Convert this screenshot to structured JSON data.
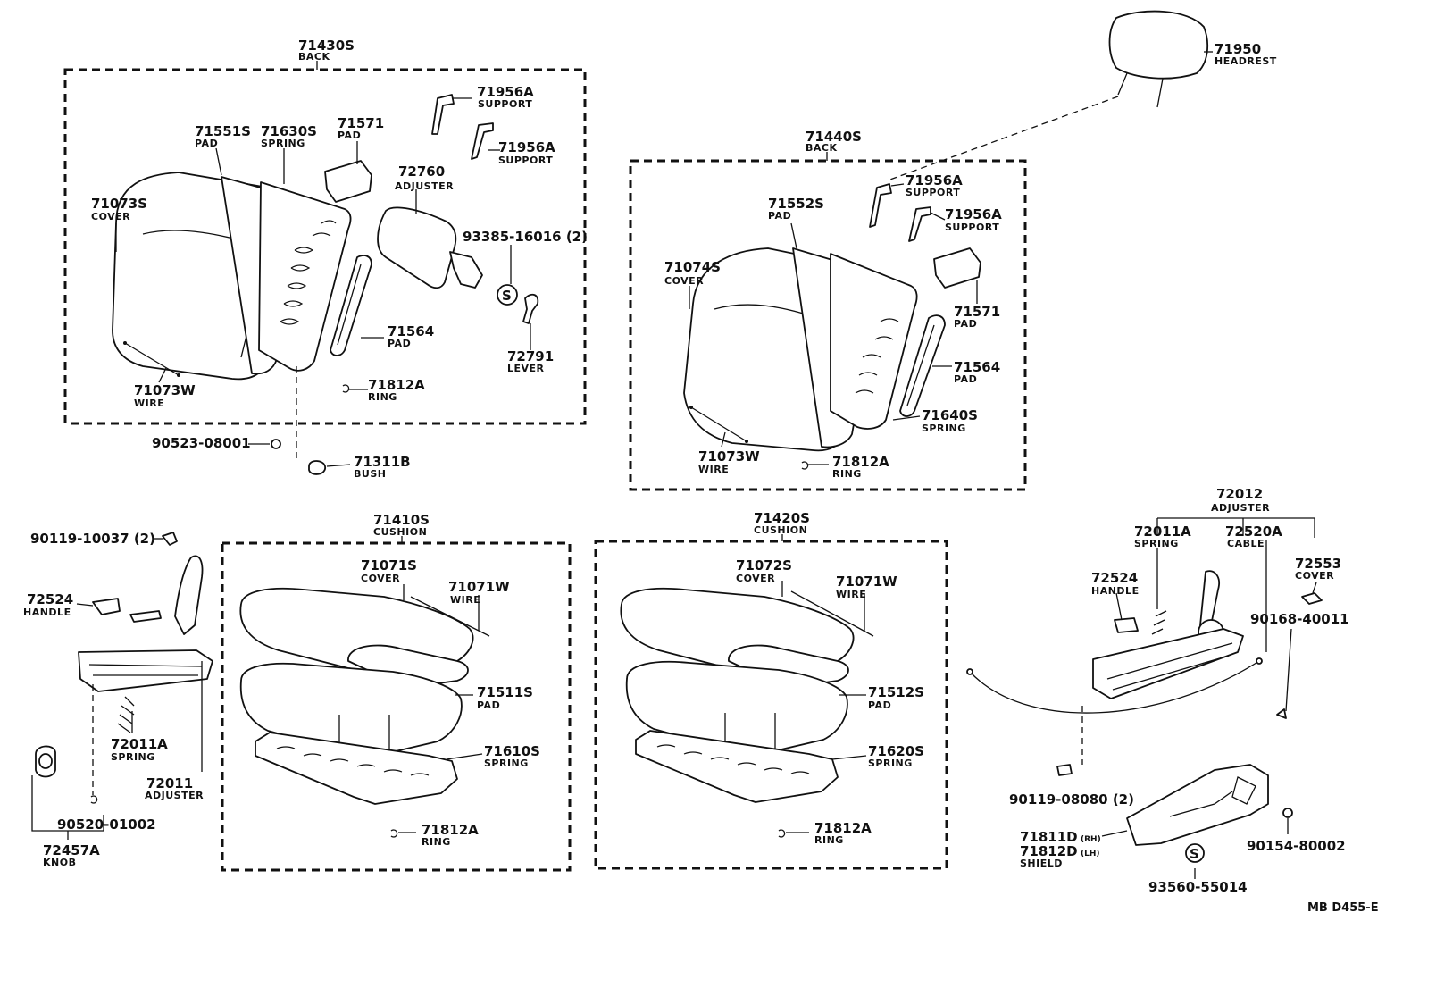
{
  "diagram_code": "MB D455-E",
  "groups": {
    "back_left": {
      "number": "71430S",
      "name": "BACK"
    },
    "back_right": {
      "number": "71440S",
      "name": "BACK"
    },
    "cushion_left": {
      "number": "71410S",
      "name": "CUSHION"
    },
    "cushion_right": {
      "number": "71420S",
      "name": "CUSHION"
    },
    "adjuster_right": {
      "number": "72012",
      "name": "ADJUSTER"
    }
  },
  "callouts": [
    {
      "id": "bl_support1",
      "number": "71956A",
      "name": "SUPPORT"
    },
    {
      "id": "bl_support2",
      "number": "71956A",
      "name": "SUPPORT"
    },
    {
      "id": "bl_pad_71551",
      "number": "71551S",
      "name": "PAD"
    },
    {
      "id": "bl_spring_71630",
      "number": "71630S",
      "name": "SPRING"
    },
    {
      "id": "bl_pad_71571",
      "number": "71571",
      "name": "PAD"
    },
    {
      "id": "bl_adjuster_72760",
      "number": "72760",
      "name": "ADJUSTER"
    },
    {
      "id": "bl_cover_71073",
      "number": "71073S",
      "name": "COVER"
    },
    {
      "id": "bl_screw_93385",
      "number": "93385-16016 (2)",
      "name": ""
    },
    {
      "id": "bl_pad_71564",
      "number": "71564",
      "name": "PAD"
    },
    {
      "id": "bl_lever_72791",
      "number": "72791",
      "name": "LEVER"
    },
    {
      "id": "bl_wire_71073",
      "number": "71073W",
      "name": "WIRE"
    },
    {
      "id": "bl_ring_71812",
      "number": "71812A",
      "name": "RING"
    },
    {
      "id": "bl_washer_90523",
      "number": "90523-08001",
      "name": ""
    },
    {
      "id": "bl_bush_71311",
      "number": "71311B",
      "name": "BUSH"
    },
    {
      "id": "headrest_71950",
      "number": "71950",
      "name": "HEADREST"
    },
    {
      "id": "br_support1",
      "number": "71956A",
      "name": "SUPPORT"
    },
    {
      "id": "br_support2",
      "number": "71956A",
      "name": "SUPPORT"
    },
    {
      "id": "br_pad_71552",
      "number": "71552S",
      "name": "PAD"
    },
    {
      "id": "br_cover_71074",
      "number": "71074S",
      "name": "COVER"
    },
    {
      "id": "br_pad_71571",
      "number": "71571",
      "name": "PAD"
    },
    {
      "id": "br_pad_71564",
      "number": "71564",
      "name": "PAD"
    },
    {
      "id": "br_spring_71640",
      "number": "71640S",
      "name": "SPRING"
    },
    {
      "id": "br_wire_71073",
      "number": "71073W",
      "name": "WIRE"
    },
    {
      "id": "br_ring_71812",
      "number": "71812A",
      "name": "RING"
    },
    {
      "id": "ll_bolt_90119",
      "number": "90119-10037 (2)",
      "name": ""
    },
    {
      "id": "ll_handle_72524",
      "number": "72524",
      "name": "HANDLE"
    },
    {
      "id": "ll_spring_72011",
      "number": "72011A",
      "name": "SPRING"
    },
    {
      "id": "ll_adjuster_72011",
      "number": "72011",
      "name": "ADJUSTER"
    },
    {
      "id": "ll_clip_90520",
      "number": "90520-01002",
      "name": ""
    },
    {
      "id": "ll_knob_72457",
      "number": "72457A",
      "name": "KNOB"
    },
    {
      "id": "cl_cover_71071",
      "number": "71071S",
      "name": "COVER"
    },
    {
      "id": "cl_wire_71071",
      "number": "71071W",
      "name": "WIRE"
    },
    {
      "id": "cl_pad_71511",
      "number": "71511S",
      "name": "PAD"
    },
    {
      "id": "cl_spring_71610",
      "number": "71610S",
      "name": "SPRING"
    },
    {
      "id": "cl_ring_71812",
      "number": "71812A",
      "name": "RING"
    },
    {
      "id": "cr_cover_71072",
      "number": "71072S",
      "name": "COVER"
    },
    {
      "id": "cr_wire_71071",
      "number": "71071W",
      "name": "WIRE"
    },
    {
      "id": "cr_pad_71512",
      "number": "71512S",
      "name": "PAD"
    },
    {
      "id": "cr_spring_71620",
      "number": "71620S",
      "name": "SPRING"
    },
    {
      "id": "cr_ring_71812",
      "number": "71812A",
      "name": "RING"
    },
    {
      "id": "rr_spring_72011",
      "number": "72011A",
      "name": "SPRING"
    },
    {
      "id": "rr_cable_72520",
      "number": "72520A",
      "name": "CABLE"
    },
    {
      "id": "rr_handle_72524",
      "number": "72524",
      "name": "HANDLE"
    },
    {
      "id": "rr_cover_72553",
      "number": "72553",
      "name": "COVER"
    },
    {
      "id": "rr_bolt_90168",
      "number": "90168-40011",
      "name": ""
    },
    {
      "id": "rr_bolt_90119",
      "number": "90119-08080 (2)",
      "name": ""
    },
    {
      "id": "rr_screw_90154",
      "number": "90154-80002",
      "name": ""
    },
    {
      "id": "rr_shield_rh",
      "number": "71811D",
      "name": "(RH)"
    },
    {
      "id": "rr_shield_lh",
      "number": "71812D",
      "name": "(LH)"
    },
    {
      "id": "rr_shield_name",
      "number": "",
      "name": "SHIELD"
    },
    {
      "id": "rr_screw_93560",
      "number": "93560-55014",
      "name": ""
    }
  ],
  "symbols": {
    "s_mark": "S"
  },
  "icon_names": [
    "seat-back-icon",
    "headrest-icon",
    "seat-cushion-icon",
    "seat-track-icon",
    "seat-shield-icon"
  ]
}
